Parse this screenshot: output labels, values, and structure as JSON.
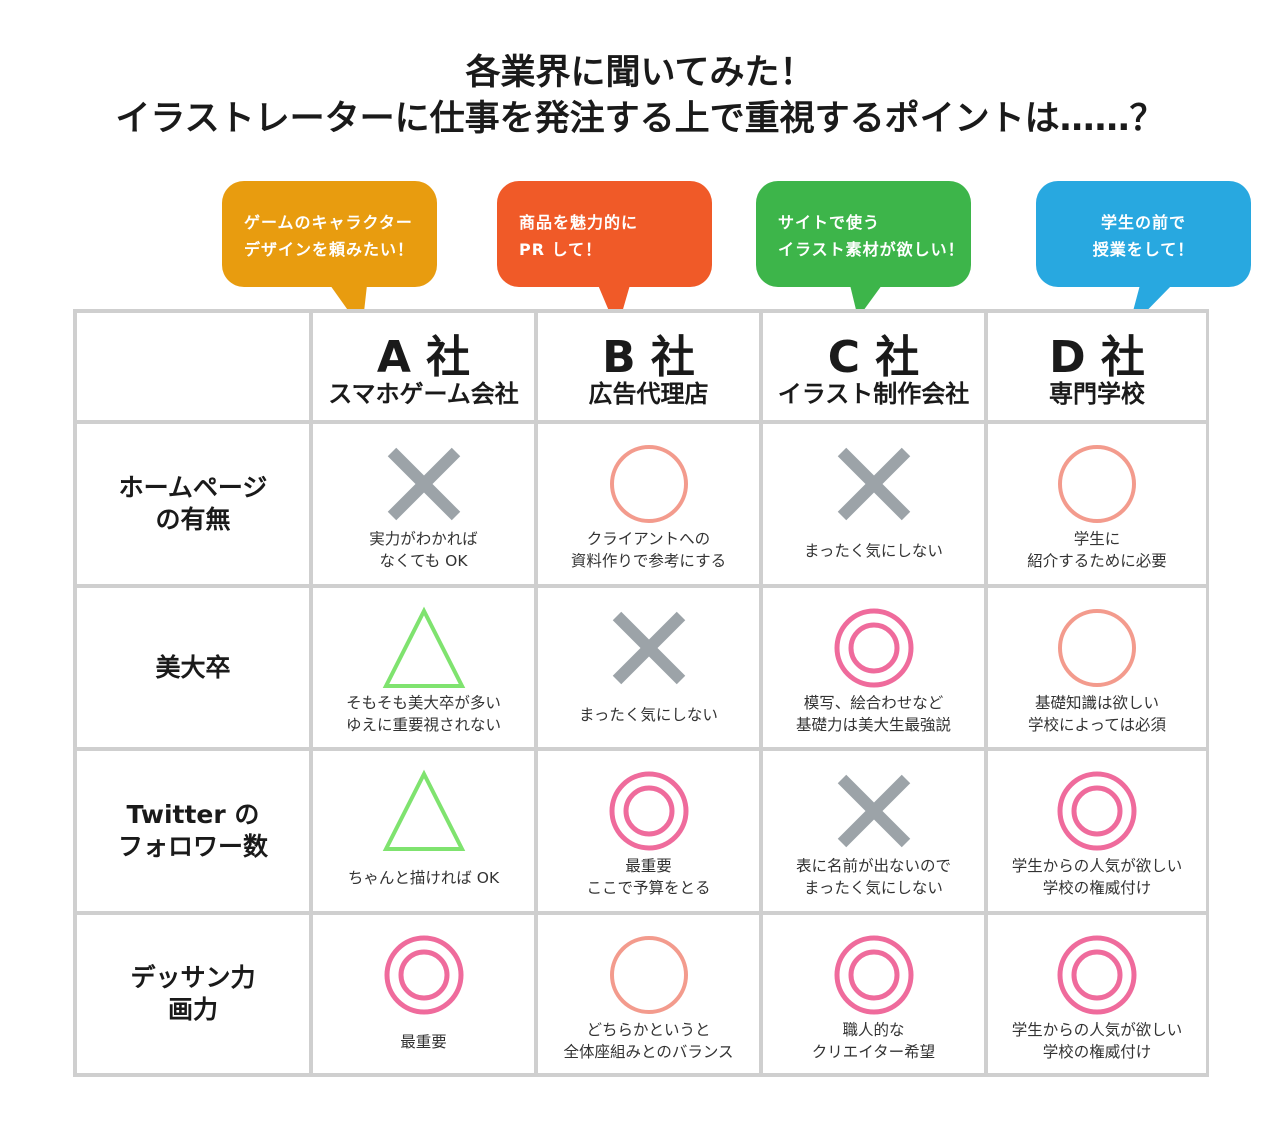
{
  "title": {
    "line1": "各業界に聞いてみた！",
    "line2": "イラストレーターに仕事を発注する上で重視するポイントは……？"
  },
  "colors": {
    "bubble_a": "#e89c0f",
    "bubble_b": "#f05a28",
    "bubble_c": "#3db54a",
    "bubble_d": "#28a8e0",
    "cross": "#9ca3a8",
    "circle": "#f39b8d",
    "double_circle": "#ef6b9c",
    "triangle": "#7fe36f",
    "grid_line": "#cfcfcf"
  },
  "bubbles": [
    {
      "lines": [
        "ゲームのキャラクター",
        "デザインを頼みたい！"
      ]
    },
    {
      "lines": [
        "商品を魅力的に",
        "PR して！"
      ]
    },
    {
      "lines": [
        "サイトで使う",
        "イラスト素材が欲しい！"
      ]
    },
    {
      "lines": [
        "学生の前で",
        "授業をして！"
      ]
    }
  ],
  "companies": [
    {
      "name": "A 社",
      "type": "スマホゲーム会社"
    },
    {
      "name": "B 社",
      "type": "広告代理店"
    },
    {
      "name": "C 社",
      "type": "イラスト制作会社"
    },
    {
      "name": "D 社",
      "type": "専門学校"
    }
  ],
  "rows": [
    {
      "label": [
        "ホームページ",
        "の有無"
      ],
      "cells": [
        {
          "mark": "cross",
          "note": [
            "実力がわかれば",
            "なくても OK"
          ]
        },
        {
          "mark": "circle",
          "note": [
            "クライアントへの",
            "資料作りで参考にする"
          ]
        },
        {
          "mark": "cross",
          "note": [
            "まったく気にしない"
          ]
        },
        {
          "mark": "circle",
          "note": [
            "学生に",
            "紹介するために必要"
          ]
        }
      ]
    },
    {
      "label": [
        "美大卒"
      ],
      "cells": [
        {
          "mark": "triangle",
          "note": [
            "そもそも美大卒が多い",
            "ゆえに重要視されない"
          ]
        },
        {
          "mark": "cross",
          "note": [
            "まったく気にしない"
          ]
        },
        {
          "mark": "double-circle",
          "note": [
            "模写、絵合わせなど",
            "基礎力は美大生最強説"
          ]
        },
        {
          "mark": "circle",
          "note": [
            "基礎知識は欲しい",
            "学校によっては必須"
          ]
        }
      ]
    },
    {
      "label": [
        "Twitter の",
        "フォロワー数"
      ],
      "cells": [
        {
          "mark": "triangle",
          "note": [
            "ちゃんと描ければ OK"
          ]
        },
        {
          "mark": "double-circle",
          "note": [
            "最重要",
            "ここで予算をとる"
          ]
        },
        {
          "mark": "cross",
          "note": [
            "表に名前が出ないので",
            "まったく気にしない"
          ]
        },
        {
          "mark": "double-circle",
          "note": [
            "学生からの人気が欲しい",
            "学校の権威付け"
          ]
        }
      ]
    },
    {
      "label": [
        "デッサン力",
        "画力"
      ],
      "cells": [
        {
          "mark": "double-circle",
          "note": [
            "最重要"
          ]
        },
        {
          "mark": "circle",
          "note": [
            "どちらかというと",
            "全体座組みとのバランス"
          ]
        },
        {
          "mark": "double-circle",
          "note": [
            "職人的な",
            "クリエイター希望"
          ]
        },
        {
          "mark": "double-circle",
          "note": [
            "学生からの人気が欲しい",
            "学校の権威付け"
          ]
        }
      ]
    }
  ]
}
